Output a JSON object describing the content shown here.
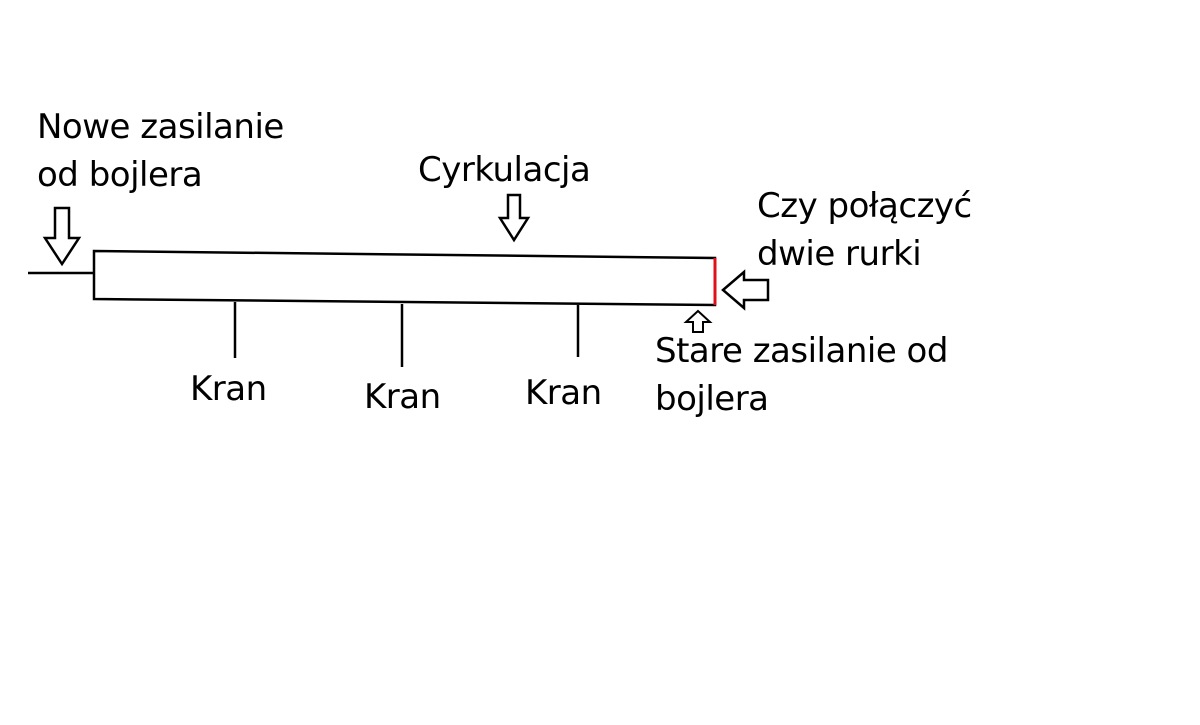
{
  "labels": {
    "new_supply": [
      "Nowe zasilanie",
      "od bojlera"
    ],
    "circulation": "Cyrkulacja",
    "question": [
      "Czy połączyć",
      "dwie rurki"
    ],
    "old_supply": [
      "Stare zasilanie od",
      "bojlera"
    ],
    "taps": [
      "Kran",
      "Kran",
      "Kran"
    ]
  },
  "colors": {
    "line": "#000000",
    "highlight": "#e0101a",
    "background": "#ffffff"
  }
}
